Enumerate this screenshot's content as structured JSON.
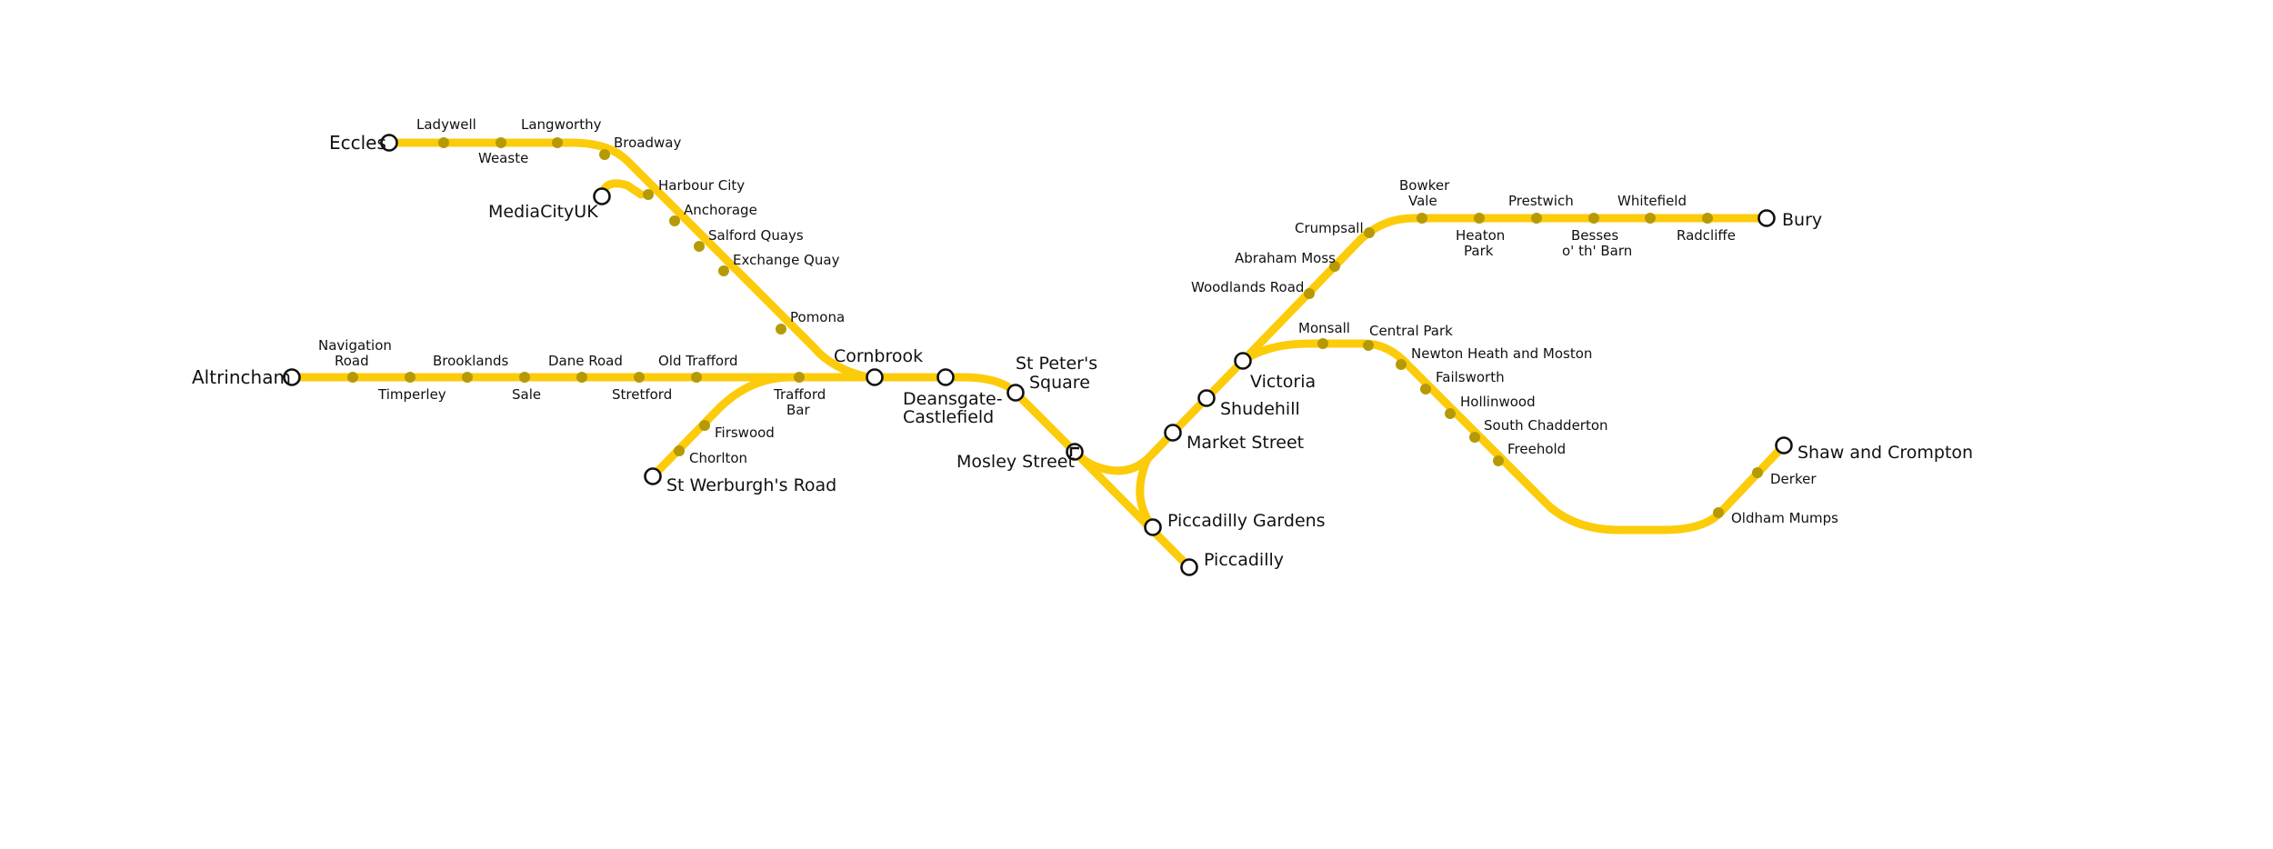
{
  "colors": {
    "line": "#FCCB0A",
    "stop": "#B59A06",
    "interchange_fill": "#ffffff",
    "interchange_stroke": "#111111",
    "text": "#111111"
  },
  "termini": {
    "eccles": "Eccles",
    "altrincham": "Altrincham",
    "mediacityuk": "MediaCityUK",
    "st_werburghs_road": "St Werburgh's Road",
    "bury": "Bury",
    "shaw_and_crompton": "Shaw and Crompton",
    "piccadilly": "Piccadilly"
  },
  "interchanges": {
    "cornbrook": "Cornbrook",
    "deansgate_castlefield": [
      "Deansgate-",
      "Castlefield"
    ],
    "st_peters_square": [
      "St Peter's",
      "Square"
    ],
    "mosley_street": "Mosley Street",
    "market_street": "Market Street",
    "shudehill": "Shudehill",
    "victoria": "Victoria",
    "piccadilly_gardens": "Piccadilly Gardens"
  },
  "stops": {
    "ladywell": "Ladywell",
    "weaste": "Weaste",
    "langworthy": "Langworthy",
    "broadway": "Broadway",
    "harbour_city": "Harbour City",
    "anchorage": "Anchorage",
    "salford_quays": "Salford Quays",
    "exchange_quay": "Exchange Quay",
    "pomona": "Pomona",
    "navigation_road": [
      "Navigation",
      "Road"
    ],
    "timperley": "Timperley",
    "brooklands": "Brooklands",
    "sale": "Sale",
    "dane_road": "Dane Road",
    "stretford": "Stretford",
    "old_trafford": "Old Trafford",
    "trafford_bar": [
      "Trafford",
      "Bar"
    ],
    "firswood": "Firswood",
    "chorlton": "Chorlton",
    "crumpsall": "Crumpsall",
    "abraham_moss": "Abraham Moss",
    "woodlands_road": "Woodlands Road",
    "bowker_vale": [
      "Bowker",
      "Vale"
    ],
    "heaton_park": [
      "Heaton",
      "Park"
    ],
    "prestwich": "Prestwich",
    "besses": [
      "Besses",
      "o' th' Barn"
    ],
    "whitefield": "Whitefield",
    "radcliffe": "Radcliffe",
    "monsall": "Monsall",
    "central_park": "Central Park",
    "newton_heath": "Newton Heath and Moston",
    "failsworth": "Failsworth",
    "hollinwood": "Hollinwood",
    "south_chadderton": "South Chadderton",
    "freehold": "Freehold",
    "oldham_mumps": "Oldham Mumps",
    "derker": "Derker"
  }
}
